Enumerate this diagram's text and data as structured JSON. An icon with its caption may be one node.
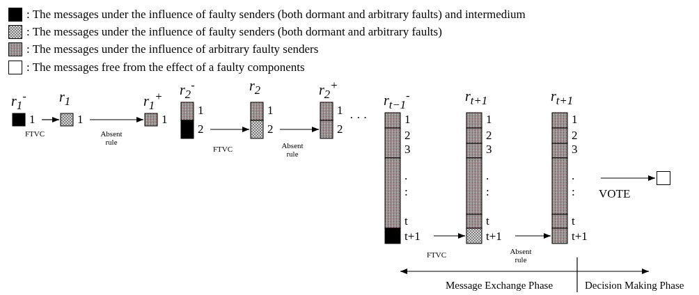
{
  "diagram": {
    "nodes": [
      {
        "text": [
          "r$_{1}$$^{-}$",
          "1"
        ]
      },
      {
        "text": [
          "r$_{1}$",
          "1"
        ]
      },
      {
        "text": [
          "r$_{1}$$^{+}$",
          "1"
        ]
      },
      {
        "text": [
          "r$_{2}$$^{-}$",
          "1",
          "2"
        ]
      },
      {
        "text": [
          "r$_{2}$",
          "1",
          "2"
        ]
      },
      {
        "text": [
          "r$_{2}$$^{+}$",
          "1",
          "2"
        ]
      },
      {
        "text": [
          "r$_{t−1}$$^{-}$",
          "1",
          "2",
          "3",
          ".",
          ":",
          "t",
          "t+1"
        ]
      },
      {
        "text": [
          "r$_{t+1}$",
          "1",
          "2",
          "3",
          ".",
          ":",
          "t",
          "t+1"
        ]
      },
      {
        "text": [
          "r$_{t+1}$",
          "1",
          "2",
          "3",
          ".",
          ":",
          "t",
          "t+1"
        ]
      },
      {
        "text": [],
        "shape": "box"
      }
    ],
    "edges": [
      {
        "from": 0,
        "to": 1,
        "arrow": "to",
        "label": "FTVC"
      },
      {
        "from": 1,
        "to": 2,
        "arrow": "to",
        "label": "Absent rule"
      },
      {
        "from": 3,
        "to": 4,
        "arrow": "to",
        "label": "FTVC"
      },
      {
        "from": 4,
        "to": 5,
        "arrow": "to",
        "label": "Absent rule"
      },
      {
        "from": 6,
        "to": 7,
        "arrow": "to",
        "label": "FTVC"
      },
      {
        "from": 7,
        "to": 8,
        "arrow": "to",
        "label": "Absent rule"
      },
      {
        "from": 8,
        "to": 9,
        "arrow": "to",
        "label": "VOTE"
      }
    ],
    "labels": [
      "· · ·",
      "Message Exchange Phase",
      "Decision Making Phase"
    ],
    "legend": [
      {
        "text": ": The messages under the influence of faulty senders (both dormant and arbitrary faults) and intermedium",
        "color": "#000000"
      },
      {
        "text": ": The messages under the influence of faulty senders (both dormant and arbitrary faults)",
        "color": "#d8d8d8"
      },
      {
        "text": ": The messages under the influence of arbitrary faulty senders",
        "color": "#8c8c8c"
      },
      {
        "text": ": The messages free from the effect of a faulty components",
        "color": "#ffffff"
      }
    ]
  }
}
